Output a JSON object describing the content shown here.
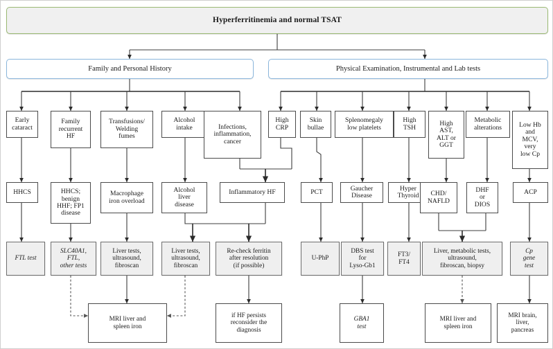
{
  "title": {
    "text": "Hyperferritinemia and normal TSAT",
    "border_color": "#9ab973",
    "fill_color": "#f0f0f0"
  },
  "sections": [
    {
      "id": "family-history",
      "text": "Family and Personal History"
    },
    {
      "id": "physical-exam",
      "text": "Physical Examination,  Instrumental and Lab tests"
    }
  ],
  "section_border_color": "#8ab6dc",
  "row_findings": [
    {
      "id": "early-cataract",
      "text": "Early\ncataract"
    },
    {
      "id": "family-recurrent-hf",
      "text": "Family\nrecurrent\nHF"
    },
    {
      "id": "transfusions-welding",
      "text": "Transfusions/\nWelding\nfumes"
    },
    {
      "id": "alcohol-intake",
      "text": "Alcohol\nintake"
    },
    {
      "id": "infections-inflammation",
      "text": "Infections,\ninflammation,\ncancer"
    },
    {
      "id": "high-crp",
      "text": "High\nCRP"
    },
    {
      "id": "skin-bullae",
      "text": "Skin\nbullae"
    },
    {
      "id": "splenomegaly",
      "text": "Splenomegaly\nlow platelets"
    },
    {
      "id": "high-tsh",
      "text": "High\nTSH"
    },
    {
      "id": "high-ast-alt-ggt",
      "text": "High\nAST,\nALT or\nGGT"
    },
    {
      "id": "metabolic-alterations",
      "text": "Metabolic\nalterations"
    },
    {
      "id": "low-hb-mcv-cp",
      "text": "Low Hb\nand\nMCV,\nvery\nlow Cp"
    }
  ],
  "row_diagnoses": [
    {
      "id": "hhcs",
      "text": "HHCS"
    },
    {
      "id": "hhcs-benign-hhf-fp1",
      "text": "HHCS;\nbenign\nHHF; FP1\ndisease"
    },
    {
      "id": "macrophage-iron",
      "text": "Macrophage\niron overload"
    },
    {
      "id": "alcohol-liver-disease",
      "text": "Alcohol\nliver\ndisease"
    },
    {
      "id": "inflammatory-hf",
      "text": "Inflammatory HF"
    },
    {
      "id": "pct",
      "text": "PCT"
    },
    {
      "id": "gaucher-disease",
      "text": "Gaucher\nDisease"
    },
    {
      "id": "hyper-thyroid",
      "text": "Hyper\nThyroid"
    },
    {
      "id": "chd-nafld",
      "text": "CHD/\nNAFLD"
    },
    {
      "id": "dhf-or-dios",
      "text": "DHF\nor\nDIOS"
    },
    {
      "id": "acp",
      "text": "ACP"
    }
  ],
  "row_tests": [
    {
      "id": "ftl-test",
      "italic_lead": "FTL",
      "rest": " test",
      "text": "FTL test"
    },
    {
      "id": "slc40a1-ftl",
      "italic_lead": "SLC40A1,\nFTL,",
      "rest": "\nother tests",
      "text": "SLC40A1,\nFTL,\nother tests"
    },
    {
      "id": "liver-tests-1",
      "text": "Liver tests,\nultrasound,\nfibroscan"
    },
    {
      "id": "liver-tests-2",
      "text": "Liver tests,\nultrasound,\nfibroscan"
    },
    {
      "id": "recheck-ferritin",
      "text": "Re-check ferritin\nafter resolution\n(if possible)"
    },
    {
      "id": "u-php",
      "text": "U-PhP"
    },
    {
      "id": "dbs-test-lysogb1",
      "text": "DBS test\nfor\nLyso-Gb1"
    },
    {
      "id": "ft3-ft4",
      "text": "FT3/\nFT4"
    },
    {
      "id": "liver-metabolic-tests",
      "text": "Liver, metabolic tests,\nultrasound,\nfibroscan, biopsy"
    },
    {
      "id": "cp-gene-test",
      "italic_lead": "Cp",
      "rest": "\ngene\ntest",
      "text": "Cp\ngene\ntest"
    }
  ],
  "row_imaging": [
    {
      "id": "mri-liver-spleen-left",
      "text": "MRI liver and\nspleen iron"
    },
    {
      "id": "if-hf-persists",
      "text": "if HF persists\nreconsider the\ndiagnosis"
    },
    {
      "id": "gba1-test",
      "italic_lead": "GBA1",
      "rest": "\ntest",
      "text": "GBA1\ntest"
    },
    {
      "id": "mri-liver-spleen-right",
      "text": "MRI liver and\nspleen iron"
    },
    {
      "id": "mri-brain-liver-panc",
      "text": "MRI brain,\nliver,\npancreas"
    }
  ]
}
